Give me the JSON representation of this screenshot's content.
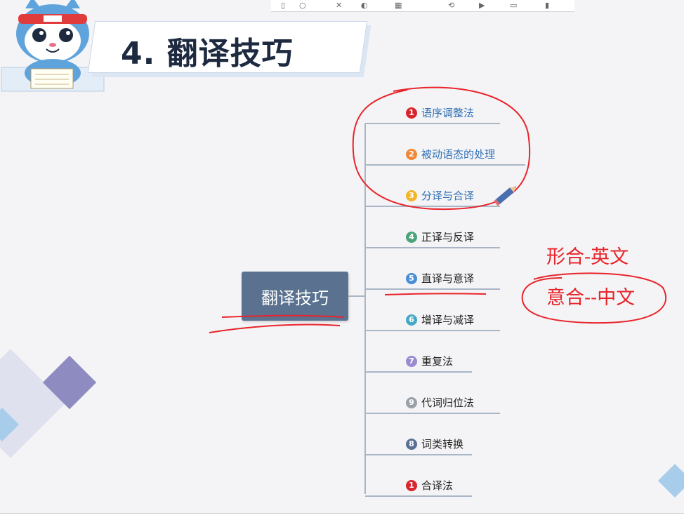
{
  "slide": {
    "title": "4. 翻译技巧"
  },
  "mindmap": {
    "root": "翻译技巧",
    "branches": [
      {
        "num": "1",
        "label": "语序调整法",
        "color": "#d8262e",
        "text_color": "#2f6fb5"
      },
      {
        "num": "2",
        "label": "被动语态的处理",
        "color": "#f0883a",
        "text_color": "#2f6fb5"
      },
      {
        "num": "3",
        "label": "分译与合译",
        "color": "#f2b529",
        "text_color": "#2f6fb5"
      },
      {
        "num": "4",
        "label": "正译与反译",
        "color": "#4aa37a",
        "text_color": "#222222"
      },
      {
        "num": "5",
        "label": "直译与意译",
        "color": "#4a8ed8",
        "text_color": "#222222"
      },
      {
        "num": "6",
        "label": "增译与减译",
        "color": "#46a7c7",
        "text_color": "#222222"
      },
      {
        "num": "7",
        "label": "重复法",
        "color": "#9b8bd0",
        "text_color": "#222222"
      },
      {
        "num": "9",
        "label": "代词归位法",
        "color": "#9aa0a8",
        "text_color": "#222222"
      },
      {
        "num": "8",
        "label": "词类转换",
        "color": "#5a6f95",
        "text_color": "#222222"
      },
      {
        "num": "1",
        "label": "合译法",
        "color": "#d8262e",
        "text_color": "#222222"
      }
    ]
  },
  "annotations": {
    "line1": "形合-英文",
    "line2": "意合--中文"
  },
  "colors": {
    "ink_red": "#e8242b",
    "root_fill": "#5a7290",
    "connector": "#a9b6c6"
  },
  "icons": [
    "mascot-cat-icon",
    "pencil-icon",
    "toolbar-icons"
  ]
}
